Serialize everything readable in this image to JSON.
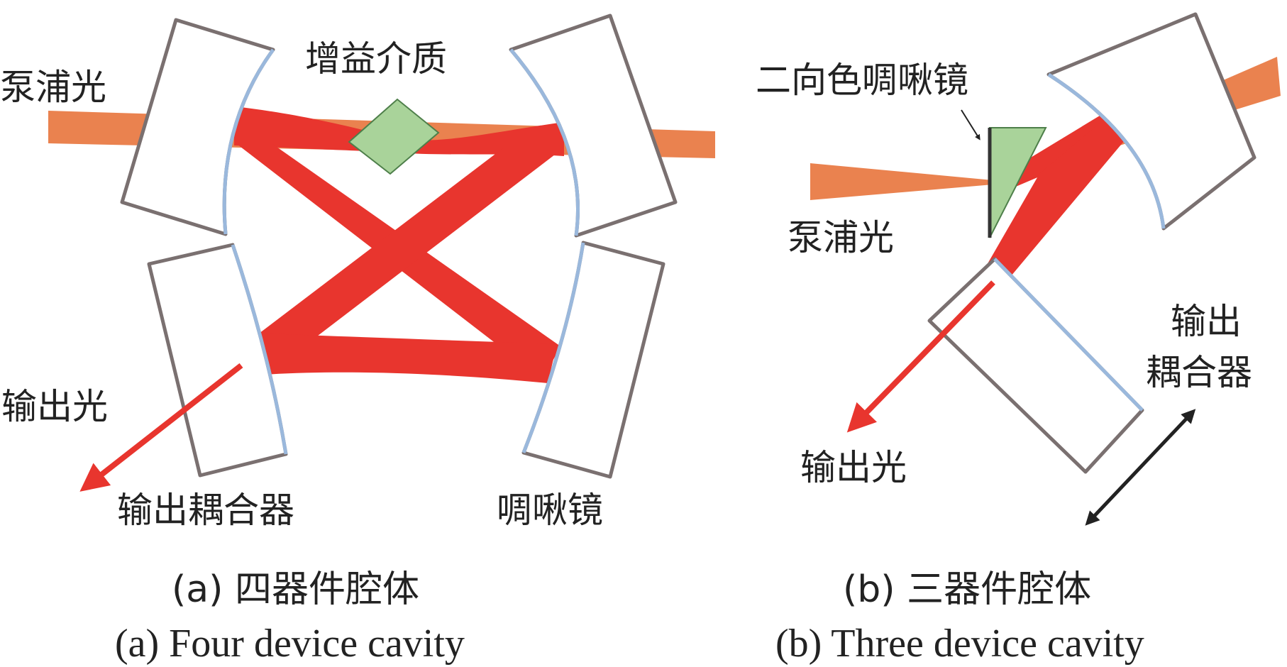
{
  "colors": {
    "laser_beam": "#e8352e",
    "pump_beam": "#e8743c",
    "gain_medium": "#a9d39a",
    "mirror_outline": "#7a7070",
    "mirror_coating": "#9ab8dc",
    "arrow": "#222222"
  },
  "panel_a": {
    "pump_label": "泵浦光",
    "gain_label": "增益介质",
    "output_label": "输出光",
    "coupler_label": "输出耦合器",
    "mirror_label": "啁啾镜",
    "caption_cn": "(a) 四器件腔体",
    "caption_en": "(a) Four device cavity"
  },
  "panel_b": {
    "dichroic_label": "二向色啁啾镜",
    "pump_label": "泵浦光",
    "output_label": "输出光",
    "coupler_label_line1": "输出",
    "coupler_label_line2": "耦合器",
    "caption_cn": "(b) 三器件腔体",
    "caption_en": "(b) Three device cavity"
  }
}
